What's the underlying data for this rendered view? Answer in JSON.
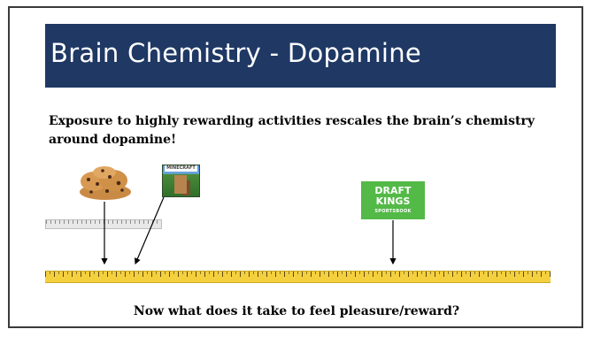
{
  "slide": {
    "title": "Brain Chemistry - Dopamine",
    "body": "Exposure to highly rewarding activities rescales the brain’s chemistry around dopamine!",
    "question": "Now what does it take to feel pleasure/reward?"
  },
  "images": {
    "cookies_icon": "cookies-image",
    "minecraft_logo_text": "MINECRAFT",
    "draftkings": {
      "line1": "DRAFT",
      "line2": "KINGS",
      "line3": "SPORTSBOOK"
    }
  },
  "colors": {
    "title_band": "#1f3864",
    "ruler": "#f4d03f",
    "draftkings_green": "#53b947"
  }
}
